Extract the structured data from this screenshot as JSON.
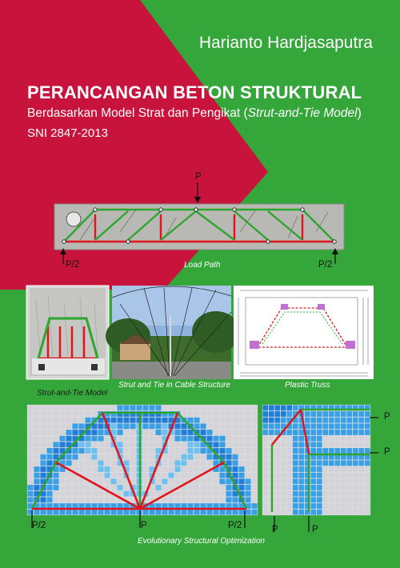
{
  "author": "Harianto Hardjasaputra",
  "title": "PERANCANGAN BETON STRUKTURAL",
  "subtitle": {
    "main": "Berdasarkan Model Strat dan Pengikat (",
    "italic": "Strut-and-Tie Model",
    "close": ")"
  },
  "standard": "SNI 2847-2013",
  "colors": {
    "crimson": "#c8143c",
    "green": "#35a63a",
    "strut": "#2ea62e",
    "tie": "#d11a1a",
    "mesh_blue": "#3aa0e6"
  },
  "load_path": {
    "caption": "Load Path",
    "load_top": "P",
    "load_left": "P/2",
    "load_right": "P/2"
  },
  "panels": {
    "strut_tie": {
      "caption": "Strut-and-Tie Model"
    },
    "cable": {
      "caption": "Strut and Tie in Cable Structure"
    },
    "plastic": {
      "caption": "Plastic Truss"
    }
  },
  "eso": {
    "caption": "Evolutionary Structural Optimization",
    "left_load": "P/2",
    "mid_load": "P",
    "right_load": "P/2",
    "corner_p1": "P",
    "corner_p2": "P",
    "corner_p3": "P",
    "corner_p4": "P"
  }
}
